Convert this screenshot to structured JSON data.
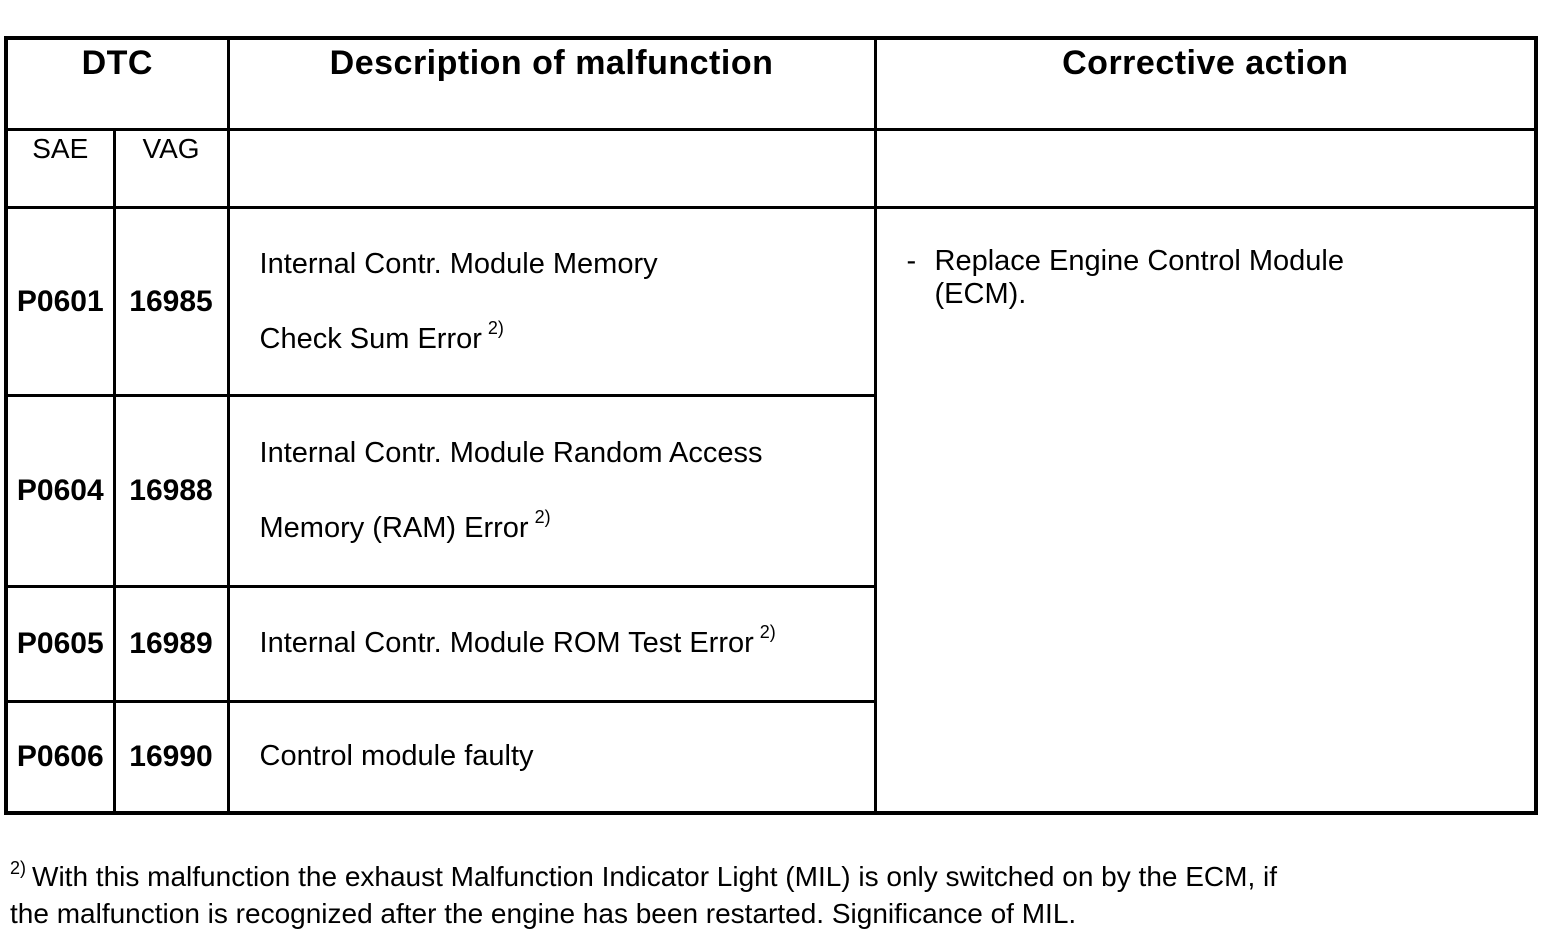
{
  "header": {
    "dtc": "DTC",
    "description": "Description of malfunction",
    "corrective": "Corrective action",
    "sae": "SAE",
    "vag": "VAG"
  },
  "rows": [
    {
      "sae": "P0601",
      "vag": "16985",
      "desc_line1": "Internal Contr. Module Memory",
      "desc_line2": "Check Sum Error",
      "note": "2)"
    },
    {
      "sae": "P0604",
      "vag": "16988",
      "desc_line1": "Internal Contr. Module Random Access",
      "desc_line2": "Memory (RAM) Error",
      "note": "2)"
    },
    {
      "sae": "P0605",
      "vag": "16989",
      "desc_line1": "Internal Contr. Module ROM Test Error",
      "note": "2)"
    },
    {
      "sae": "P0606",
      "vag": "16990",
      "desc_line1": "Control module faulty"
    }
  ],
  "action": {
    "dash": "-",
    "line1": "Replace Engine Control Module",
    "line2": "(ECM)."
  },
  "footnote": {
    "mark": "2)",
    "text": "With this malfunction the exhaust Malfunction Indicator Light (MIL) is only switched on by the ECM, if the malfunction is recognized after the engine has been restarted. Significance of MIL."
  }
}
